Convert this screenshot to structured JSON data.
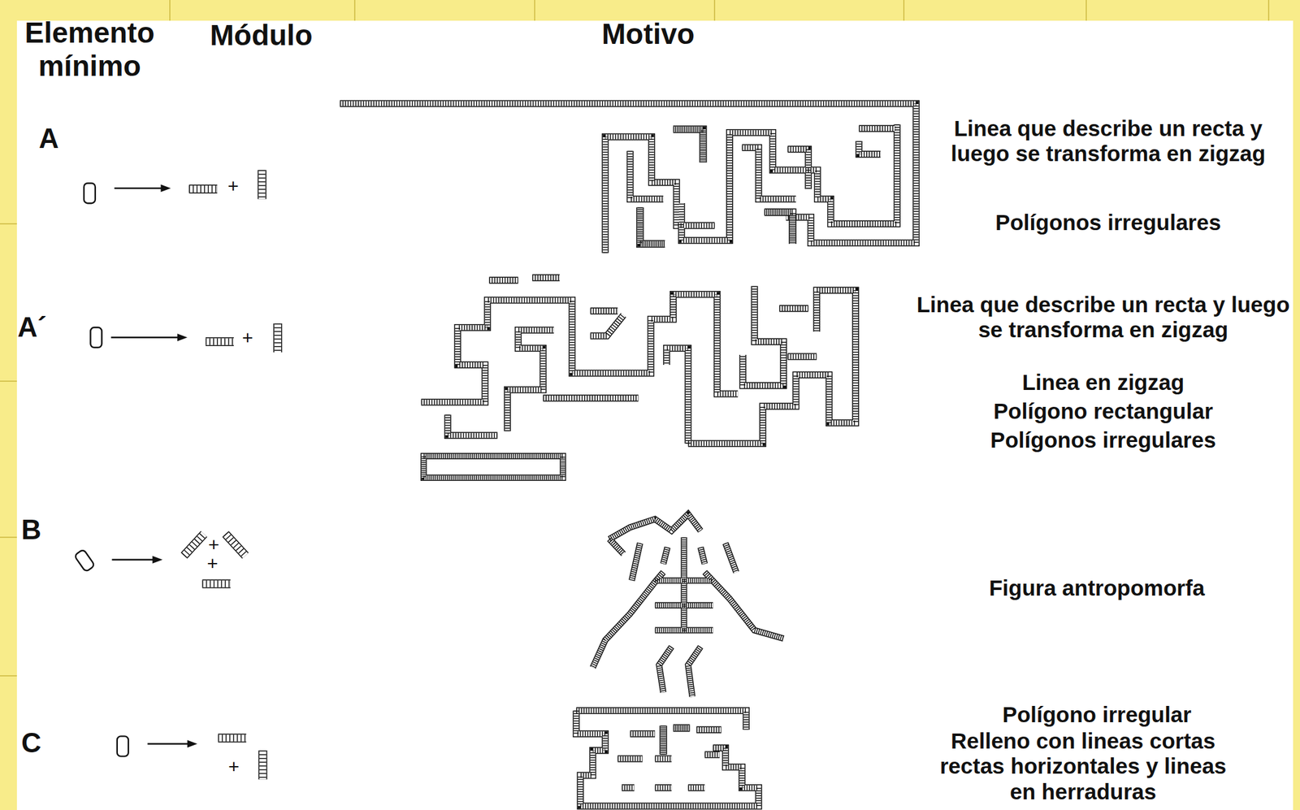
{
  "diagram": {
    "labels": [
      "Elemento mínimo",
      "Módulo",
      "Motivo",
      "A",
      "+",
      "Linea que describe un recta y luego se transforma en zigzag",
      "Polígonos irregulares",
      "A´",
      "+",
      "Linea que describe un recta y luego se transforma en zigzag",
      "Linea en zigzag",
      "Polígono rectangular",
      "Polígonos irregulares",
      "B",
      "+",
      "+",
      "Figura antropomorfa",
      "C",
      "+",
      "Polígono irregular",
      "Relleno con lineas cortas rectas horizontales y lineas en herraduras"
    ]
  }
}
